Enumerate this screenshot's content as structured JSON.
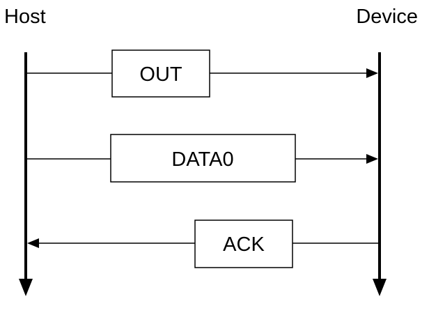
{
  "host_label": "Host",
  "device_label": "Device",
  "messages": [
    {
      "label": "OUT",
      "direction": "host-to-device"
    },
    {
      "label": "DATA0",
      "direction": "host-to-device"
    },
    {
      "label": "ACK",
      "direction": "device-to-host"
    }
  ]
}
